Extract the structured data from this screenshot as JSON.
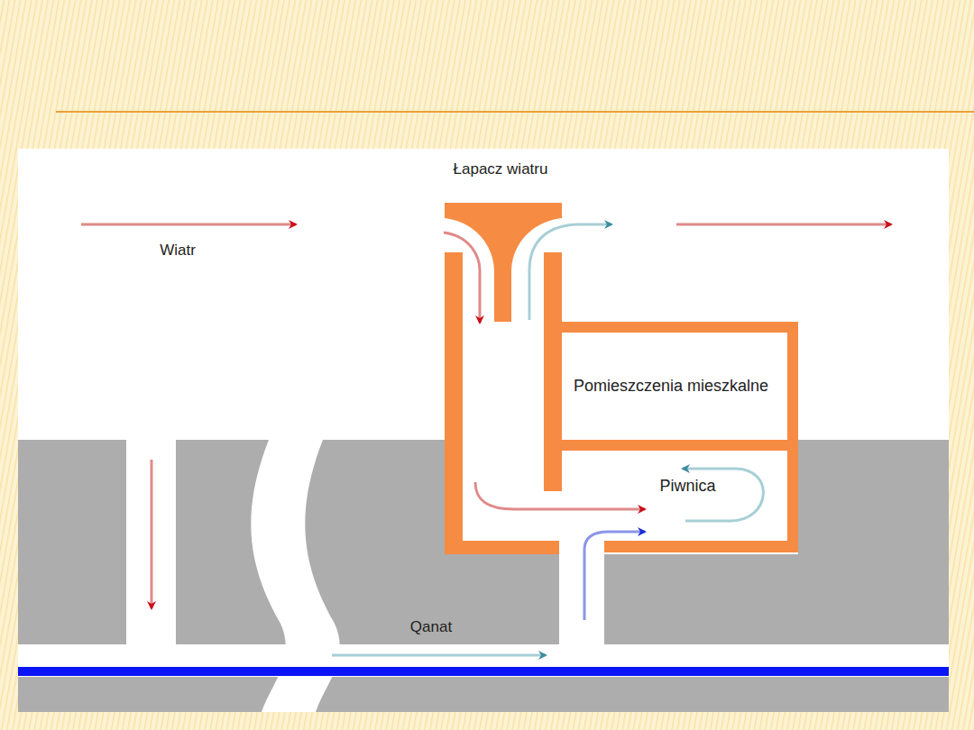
{
  "diagram": {
    "nodes": [
      {
        "text": [
          "Pomieszczenia mieszkalne"
        ]
      },
      {
        "text": [
          "Piwnica"
        ]
      }
    ],
    "labels": [
      "Łapacz wiatru",
      "Wiatr",
      "Qanat"
    ]
  }
}
